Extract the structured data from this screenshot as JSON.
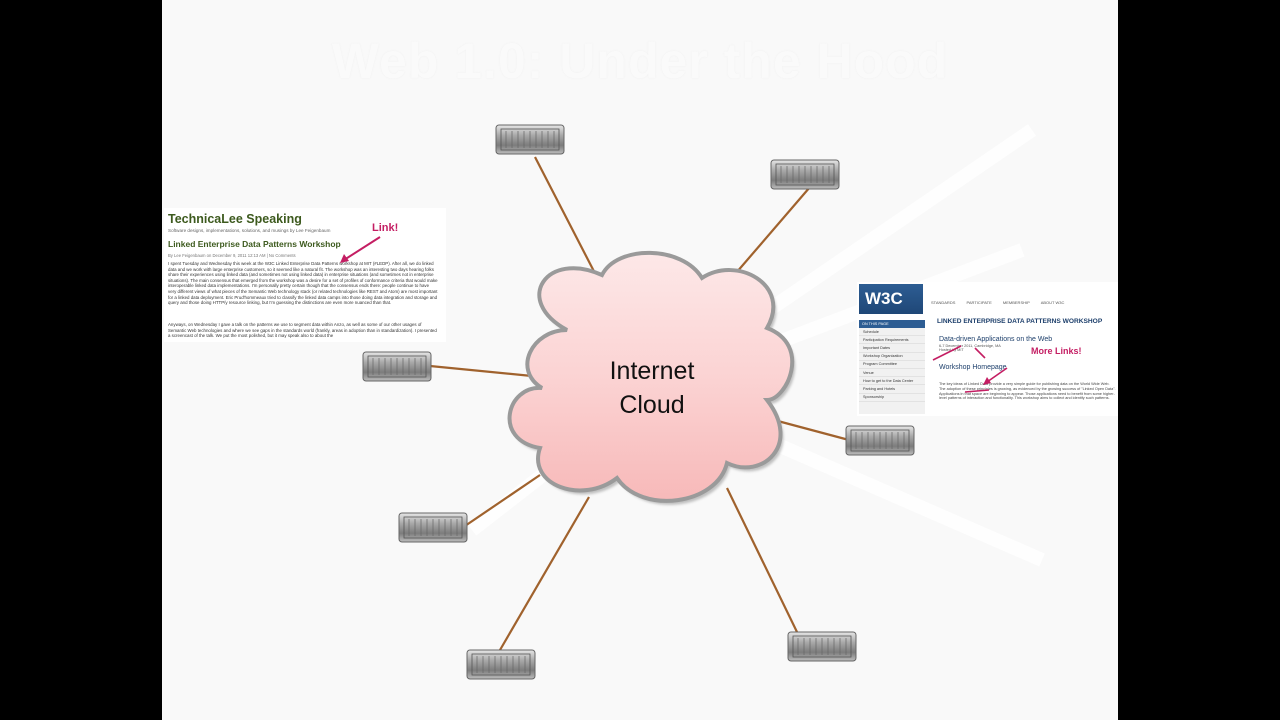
{
  "title": "Web 1.0: Under the Hood",
  "cloud": {
    "line1": "Internet",
    "line2": "Cloud"
  },
  "colors": {
    "background": "#000000",
    "slide": "#f9f9f9",
    "cloud_fill": "#fbd3d3",
    "cloud_stroke": "#9a9a9a",
    "connector": "#a0622d",
    "callout": "#c41e63",
    "server": "#8e8e8e"
  },
  "servers": [
    {
      "name": "server-top",
      "icon": "server-icon"
    },
    {
      "name": "server-top-right",
      "icon": "server-icon"
    },
    {
      "name": "server-left",
      "icon": "server-icon"
    },
    {
      "name": "server-right",
      "icon": "server-icon"
    },
    {
      "name": "server-lower-left",
      "icon": "server-icon"
    },
    {
      "name": "server-bottom",
      "icon": "server-icon"
    },
    {
      "name": "server-bottom-right",
      "icon": "server-icon"
    }
  ],
  "left_screenshot": {
    "blog_title": "TechnicaLee Speaking",
    "tagline": "Software designs, implementations, solutions, and musings by Lee Feigenbaum",
    "post_title": "Linked Enterprise Data Patterns Workshop",
    "byline": "By Lee Feigenbaum on December 9, 2011 12:13 AM | No Comments",
    "paragraph1": "I spent Tuesday and Wednesday this week at the W3C Linked Enterprise Data Patterns workshop at MIT (#LEDP). After all, we do linked data and we work with large enterprise customers, so it seemed like a natural fit. The workshop was an interesting two days hearing folks share their experiences using linked data (and sometimes not using linked data) in enterprise situations (and sometimes not in enterprise situations). The main consensus that emerged from the workshop was a desire for a set of profiles of conformance criteria that would make interoperable linked data implementations. I'm personally pretty certain though that the consensus ends there: people continue to have very different views of what pieces of the Semantic Web technology stack (or related technologies like REST and Atom) are most important for a linked data deployment. Eric Prud'hommeaux tried to classify the linked data camps into those doing data integration and storage and query and those doing HTTP/y resource linking, but I'm guessing the distinctions are even more nuanced than that.",
    "paragraph2": "Anyways, on Wednesday I gave a talk on the patterns we use to segment data within Anzo, as well as some of our other usages of Semantic Web technologies and where we see gaps in the standards world (frankly, areas in adoption than in standardization). I presented a screencast of the talk. We put the most polished, but it may speak also to about the",
    "callout": "Link!"
  },
  "right_screenshot": {
    "logo": "W3C",
    "nav": [
      "STANDARDS",
      "PARTICIPATE",
      "MEMBERSHIP",
      "ABOUT W3C"
    ],
    "sidebar_heading": "ON THIS PAGE",
    "sidebar_items": [
      "Schedule",
      "Participation Requirements",
      "Important Dates",
      "Workshop Organization",
      "Program Committee",
      "Venue",
      "How to get to the Data Center",
      "Parking and Hotels",
      "Sponsorship"
    ],
    "page_title": "LINKED ENTERPRISE DATA PATTERNS WORKSHOP",
    "subtitle": "Data-driven Applications on the Web",
    "dates": "6-7 December 2011, Cambridge, MA",
    "hosted": "Hosted by MIT",
    "section": "Workshop Homepage",
    "body": "The key ideas of Linked Data provide a very simple guide for publishing data on the World Wide Web. The adoption of these principles is growing, as evidenced by the growing success of \"Linked Open Data\". Applications in that space are beginning to appear. Those applications need to benefit from some higher-level patterns of interaction and functionality. This workshop aims to collect and identify such patterns.",
    "callout": "More Links!"
  }
}
